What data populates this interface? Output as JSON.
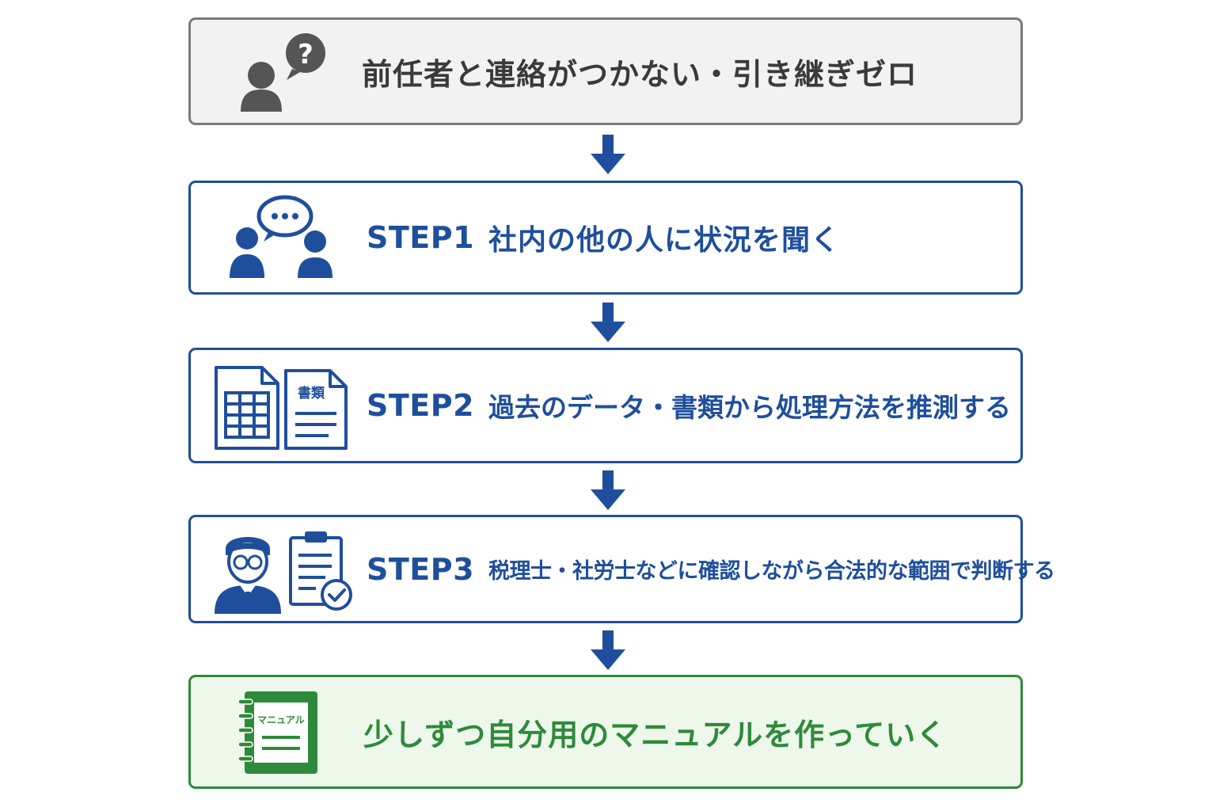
{
  "start": {
    "text": "前任者と連絡がつかない・引き継ぎゼロ",
    "icon": "person-question-icon"
  },
  "steps": [
    {
      "number": "STEP1",
      "text": "社内の他の人に状況を聞く",
      "icon": "two-people-chat-icon"
    },
    {
      "number": "STEP2",
      "text": "過去のデータ・書類から処理方法を推測する",
      "icon": "spreadsheet-document-icon",
      "doc_label": "書類"
    },
    {
      "number": "STEP3",
      "text": "税理士・社労士などに確認しながら合法的な範囲で判断する",
      "icon": "advisor-clipboard-check-icon"
    }
  ],
  "end": {
    "text": "少しずつ自分用のマニュアルを作っていく",
    "icon": "manual-notebook-icon",
    "manual_label": "マニュアル"
  },
  "colors": {
    "start_border": "#7a7a7a",
    "start_fill": "#f2f2f2",
    "start_text": "#3a3a3a",
    "step_blue": "#1f4f9c",
    "end_green": "#2e8a3a",
    "end_fill": "#edf7ea"
  }
}
